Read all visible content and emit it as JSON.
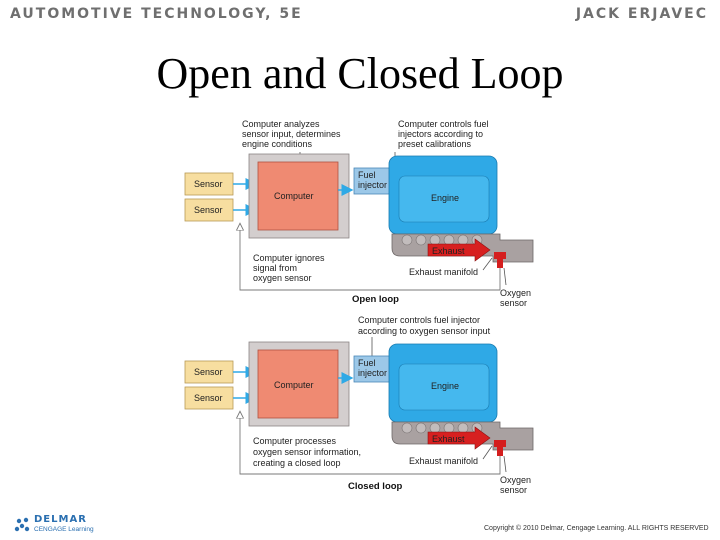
{
  "header": {
    "left": "AUTOMOTIVE TECHNOLOGY, 5E",
    "right": "JACK ERJAVEC"
  },
  "title": "Open and Closed Loop",
  "open_loop": {
    "caption": "Open loop",
    "computer_note": [
      "Computer analyzes",
      "sensor input, determines",
      "engine conditions"
    ],
    "injector_note": [
      "Computer controls fuel",
      "injectors according to",
      "preset calibrations"
    ],
    "feedback_note": [
      "Computer ignores",
      "signal from",
      "oxygen sensor"
    ],
    "sensor_1": "Sensor",
    "sensor_2": "Sensor",
    "computer": "Computer",
    "fuel_injector": [
      "Fuel",
      "injector"
    ],
    "engine": "Engine",
    "exhaust": "Exhaust",
    "exhaust_manifold": "Exhaust manifold",
    "oxygen_sensor": [
      "Oxygen",
      "sensor"
    ]
  },
  "closed_loop": {
    "caption": "Closed loop",
    "injector_note": [
      "Computer controls fuel injector",
      "according to oxygen sensor input"
    ],
    "feedback_note": [
      "Computer processes",
      "oxygen sensor information,",
      "creating a closed loop"
    ],
    "sensor_1": "Sensor",
    "sensor_2": "Sensor",
    "computer": "Computer",
    "fuel_injector": [
      "Fuel",
      "injector"
    ],
    "engine": "Engine",
    "exhaust": "Exhaust",
    "exhaust_manifold": "Exhaust manifold",
    "oxygen_sensor": [
      "Oxygen",
      "sensor"
    ]
  },
  "footer": {
    "logo_name": "DELMAR",
    "logo_sub": "CENGAGE Learning",
    "copyright": "Copyright © 2010 Delmar, Cengage Learning. ALL RIGHTS RESERVED"
  },
  "colors": {
    "sensor_fill": "#f7dea0",
    "computer_fill": "#ef8a72",
    "computer_panel": "#d3cece",
    "engine_fill": "#2fa9e6",
    "injector_fill": "#9cc8e8",
    "manifold_fill": "#a9a1a1",
    "exhaust_arrow": "#d72020",
    "o2_sensor": "#d41e1e"
  }
}
